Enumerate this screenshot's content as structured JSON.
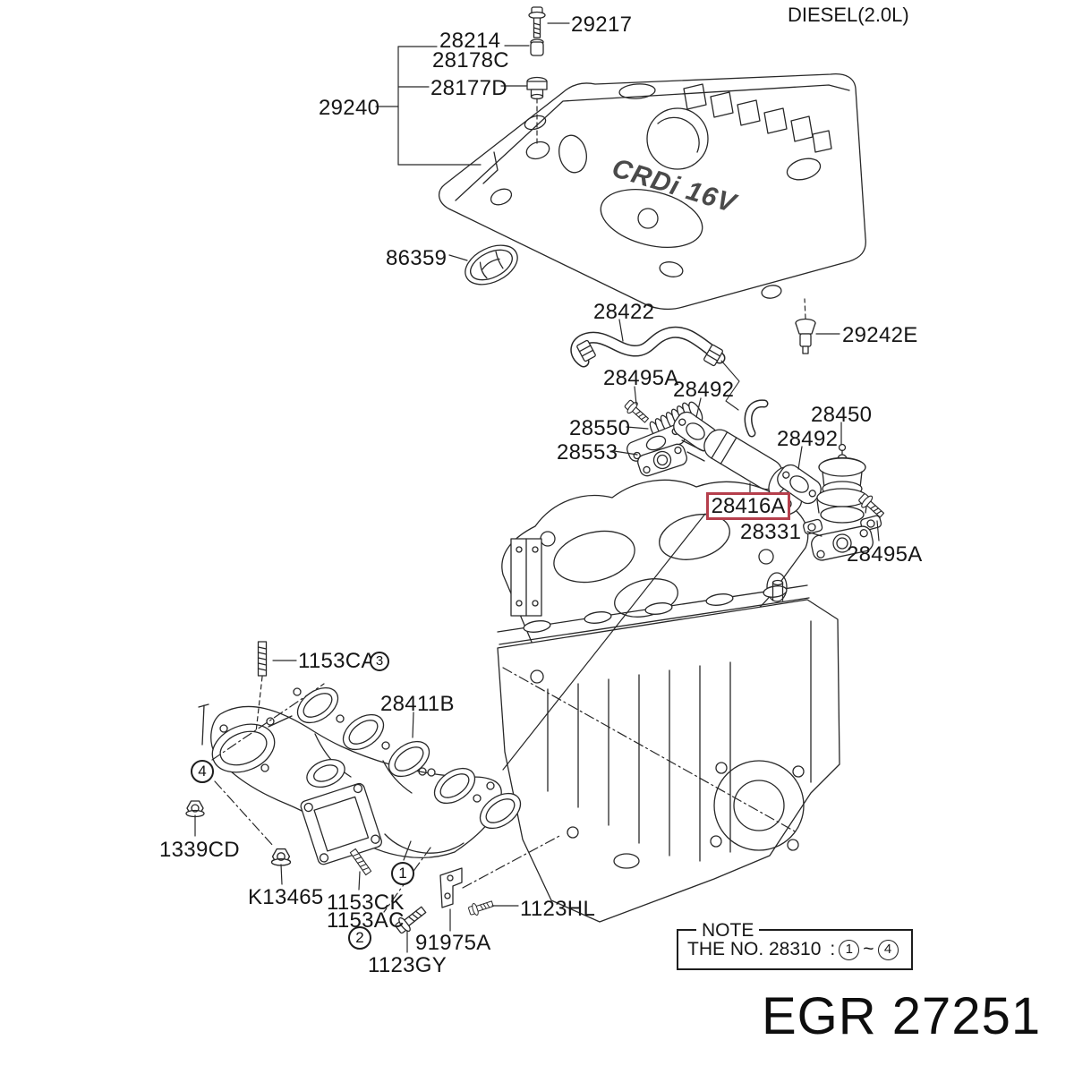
{
  "header": {
    "variant": "DIESEL(2.0L)"
  },
  "diagram": {
    "engine_cover_text": "CRDi 16V",
    "highlight_color": "#b53f4c",
    "highlighted_part": "28416A",
    "labels": [
      {
        "id": "29217",
        "text": "29217"
      },
      {
        "id": "28214",
        "text": "28214"
      },
      {
        "id": "28178C",
        "text": "28178C"
      },
      {
        "id": "28177D",
        "text": "28177D"
      },
      {
        "id": "29240",
        "text": "29240"
      },
      {
        "id": "86359",
        "text": "86359"
      },
      {
        "id": "28422",
        "text": "28422"
      },
      {
        "id": "29242E",
        "text": "29242E"
      },
      {
        "id": "28495A-upper",
        "text": "28495A"
      },
      {
        "id": "28492-upper",
        "text": "28492"
      },
      {
        "id": "28550",
        "text": "28550"
      },
      {
        "id": "28553",
        "text": "28553"
      },
      {
        "id": "28450",
        "text": "28450"
      },
      {
        "id": "28492-right",
        "text": "28492"
      },
      {
        "id": "28416A",
        "text": "28416A"
      },
      {
        "id": "28331",
        "text": "28331"
      },
      {
        "id": "28495A-lower",
        "text": "28495A"
      },
      {
        "id": "1153CA",
        "text": "1153CA"
      },
      {
        "id": "28411B",
        "text": "28411B"
      },
      {
        "id": "1339CD",
        "text": "1339CD"
      },
      {
        "id": "K13465",
        "text": "K13465"
      },
      {
        "id": "1153CK",
        "text": "1153CK"
      },
      {
        "id": "1153AC",
        "text": "1153AC"
      },
      {
        "id": "91975A",
        "text": "91975A"
      },
      {
        "id": "1123GY",
        "text": "1123GY"
      },
      {
        "id": "1123HL",
        "text": "1123HL"
      }
    ],
    "callouts": [
      "1",
      "2",
      "3",
      "4"
    ]
  },
  "note": {
    "title": "NOTE",
    "prefix": "THE NO. 28310",
    "separator": ":",
    "from": "1",
    "tilde": "~",
    "to": "4"
  },
  "footer": {
    "caption": "EGR 27251"
  }
}
